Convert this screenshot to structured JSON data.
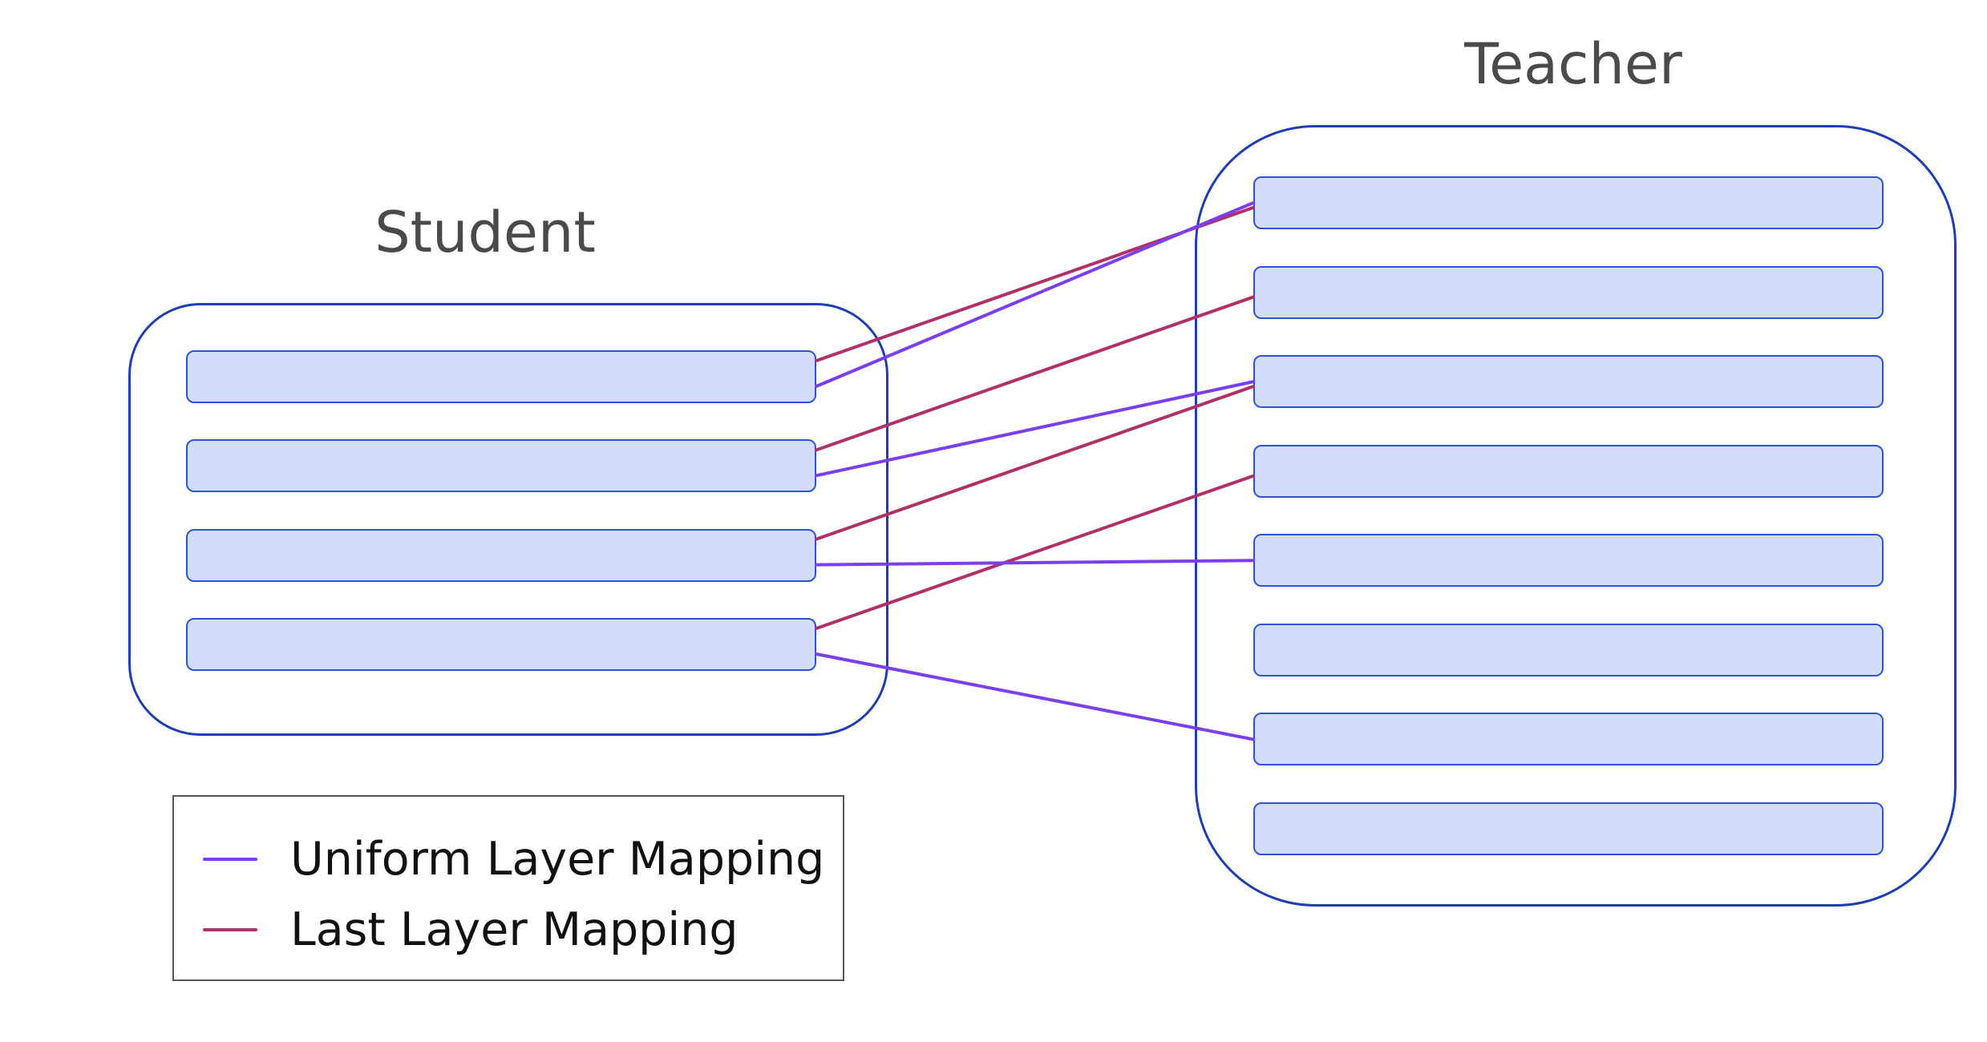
{
  "student": {
    "title": "Student",
    "layer_count": 4
  },
  "teacher": {
    "title": "Teacher",
    "layer_count": 8
  },
  "mappings": {
    "uniform": {
      "label": "Uniform Layer Mapping",
      "color": "#7b3ff0",
      "pairs": [
        [
          1,
          1
        ],
        [
          2,
          3
        ],
        [
          3,
          5
        ],
        [
          4,
          7
        ]
      ]
    },
    "last": {
      "label": "Last Layer Mapping",
      "color": "#b0306a",
      "pairs": [
        [
          1,
          1
        ],
        [
          2,
          2
        ],
        [
          3,
          3
        ],
        [
          4,
          4
        ]
      ]
    }
  },
  "colors": {
    "layer_fill": "#d3ddfa",
    "layer_border": "#2b55d6",
    "group_border": "#1f3fb0",
    "title_text": "#4a4a4a"
  }
}
